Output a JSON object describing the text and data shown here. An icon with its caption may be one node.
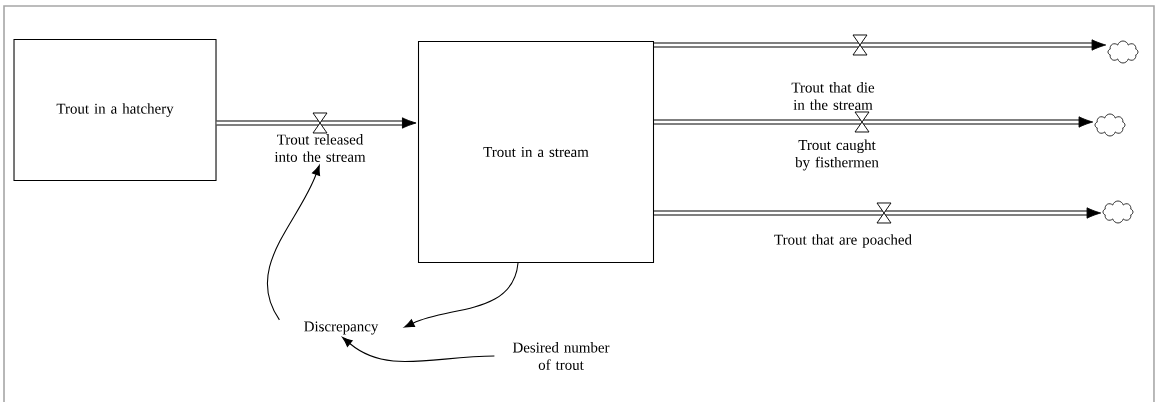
{
  "diagram": {
    "nodes": [
      {
        "text": [
          "Trout in a hatchery"
        ]
      },
      {
        "text": [
          "Trout released into the stream"
        ]
      },
      {
        "text": [
          "Trout in a stream"
        ]
      },
      {
        "text": [
          "Trout that die in the stream"
        ]
      },
      {
        "text": [],
        "shape": "cloud"
      },
      {
        "text": [
          "Trout caught by fisthermen"
        ]
      },
      {
        "text": [],
        "shape": "cloud"
      },
      {
        "text": [
          "Trout that are poached"
        ]
      },
      {
        "text": [],
        "shape": "cloud"
      },
      {
        "text": [
          "Discrepancy"
        ]
      },
      {
        "text": [
          "Desired number of trout"
        ]
      }
    ],
    "edges": [
      {
        "from": 0,
        "to": 2,
        "arrow": "to"
      },
      {
        "from": 2,
        "to": 4,
        "arrow": "to"
      },
      {
        "from": 2,
        "to": 6,
        "arrow": "to"
      },
      {
        "from": 2,
        "to": 8,
        "arrow": "to"
      },
      {
        "from": 2,
        "to": 9,
        "arrow": "to"
      },
      {
        "from": 9,
        "to": 1,
        "arrow": "to"
      },
      {
        "from": 10,
        "to": 9,
        "arrow": "to"
      }
    ]
  }
}
